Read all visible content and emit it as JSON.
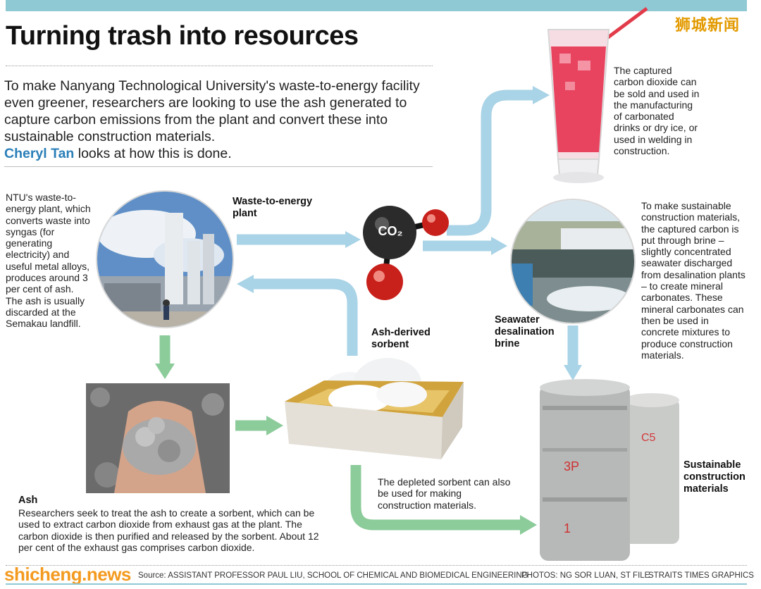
{
  "logo_cn": "狮城新闻",
  "title": "Turning trash into resources",
  "intro": {
    "text": "To make Nanyang Technological University's waste-to-energy facility even greener, researchers are looking to use the ash generated to capture carbon emissions from the plant and convert these into sustainable construction materials.",
    "author": "Cheryl Tan",
    "tail": " looks at how this is done."
  },
  "ntu_text": "NTU's waste-to-energy plant, which converts waste into syngas (for generating electricity) and useful metal alloys, produces around 3 per cent of ash. The ash is usually discarded at the Semakau landfill.",
  "labels": {
    "plant": "Waste-to-energy plant",
    "sorbent": "Ash-derived sorbent",
    "brine": "Seawater desalination brine",
    "materials": "Sustainable construction materials",
    "ash": "Ash",
    "co2": "CO₂"
  },
  "captured_text": "The captured carbon dioxide can be sold and used in the manufacturing of carbonated drinks or dry ice, or used in welding in construction.",
  "sustainable_text": "To make sustainable construction materials, the captured carbon is put through brine – slightly concentrated seawater discharged from desalination plants – to create mineral carbonates. These mineral carbonates can then be used in concrete mixtures to produce construction materials.",
  "depleted_text": "The depleted sorbent can also be used for making construction materials.",
  "ash_text": "Researchers seek to treat the ash to create a sorbent, which can be used to extract carbon dioxide from exhaust gas at the plant. The carbon dioxide is then purified and released by the sorbent. About 12 per cent of the exhaust gas comprises carbon dioxide.",
  "footer": {
    "watermark": "shicheng.news",
    "source": "Source: ASSISTANT PROFESSOR PAUL LIU, SCHOOL OF CHEMICAL AND BIOMEDICAL ENGINEERING",
    "photos": "PHOTOS: NG SOR LUAN, ST FILE",
    "credit": "STRAITS TIMES GRAPHICS"
  },
  "colors": {
    "blue_arrow": "#a9d3e6",
    "green_arrow": "#8ccb9a",
    "red_atom": "#c8201b",
    "accent": "#2a7fb8",
    "top_bar": "#8fc9d4"
  }
}
